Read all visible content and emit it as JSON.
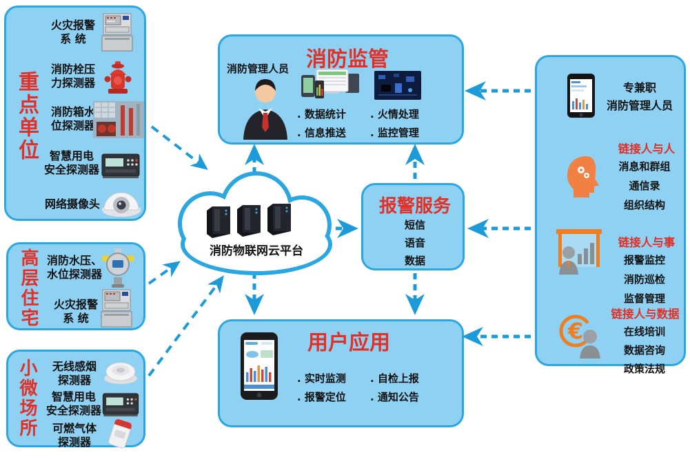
{
  "colors": {
    "panel_fill": "#8ed1f2",
    "panel_border": "#2aa7e0",
    "arrow_blue": "#1d9ad8",
    "title_red": "#e03028",
    "accent_orange": "#ef7d22",
    "text_black": "#111111"
  },
  "cloud": {
    "label": "消防物联网云平台",
    "icon": "server-rack-icon"
  },
  "left_groups": [
    {
      "title": "重点单位",
      "items": [
        {
          "label": "火灾报警\n系 统",
          "icon": "fire-alarm-panel-icon"
        },
        {
          "label": "消防栓压\n力探测器",
          "icon": "fire-hydrant-icon"
        },
        {
          "label": "消防箱水\n位探测器",
          "icon": "pump-room-icon"
        },
        {
          "label": "智慧用电\n安全探测器",
          "icon": "electrical-safety-detector-icon"
        },
        {
          "label": "网络摄像头",
          "icon": "network-camera-icon"
        }
      ]
    },
    {
      "title": "高层住宅",
      "items": [
        {
          "label": "消防水压、\n水位探测器",
          "icon": "water-pressure-detector-icon"
        },
        {
          "label": "火灾报警\n系 统",
          "icon": "fire-alarm-panel-icon"
        }
      ]
    },
    {
      "title": "小微场所",
      "items": [
        {
          "label": "无线感烟\n探测器",
          "icon": "smoke-detector-icon"
        },
        {
          "label": "智慧用电\n安全探测器",
          "icon": "electrical-safety-detector-icon"
        },
        {
          "label": "可燃气体\n探测器",
          "icon": "gas-detector-icon"
        }
      ]
    }
  ],
  "supervision": {
    "title": "消防监管",
    "person_label": "消防管理人员",
    "bullets_left": [
      ". 数据统计",
      ". 信息推送"
    ],
    "bullets_right": [
      ". 火情处理",
      ". 监控管理"
    ],
    "icons": [
      "fire-manager-avatar-icon",
      "monitoring-devices-icon",
      "dashboard-screen-icon"
    ]
  },
  "alarm_service": {
    "title": "报警服务",
    "items": [
      "短信",
      "语音",
      "数据"
    ]
  },
  "user_app": {
    "title": "用户应用",
    "bullets_left": [
      ". 实时监测",
      ". 报警定位"
    ],
    "bullets_right": [
      ". 自检上报",
      ". 通知公告"
    ],
    "icon": "app-smartphone-icon"
  },
  "right_panel": {
    "header": "专兼职\n消防管理人员",
    "header_icon": "manager-smartphone-icon",
    "sections": [
      {
        "title": "链接人与人",
        "items": "消息和群组\n通信录\n组织结构",
        "icon": "head-gears-icon"
      },
      {
        "title": "链接人与事",
        "items": "报警监控\n消防巡检\n监督管理",
        "icon": "presentation-board-icon"
      },
      {
        "title": "链接人与数据",
        "items": "在线培训\n数据咨询\n政策法规",
        "icon": "euro-person-icon"
      }
    ]
  }
}
